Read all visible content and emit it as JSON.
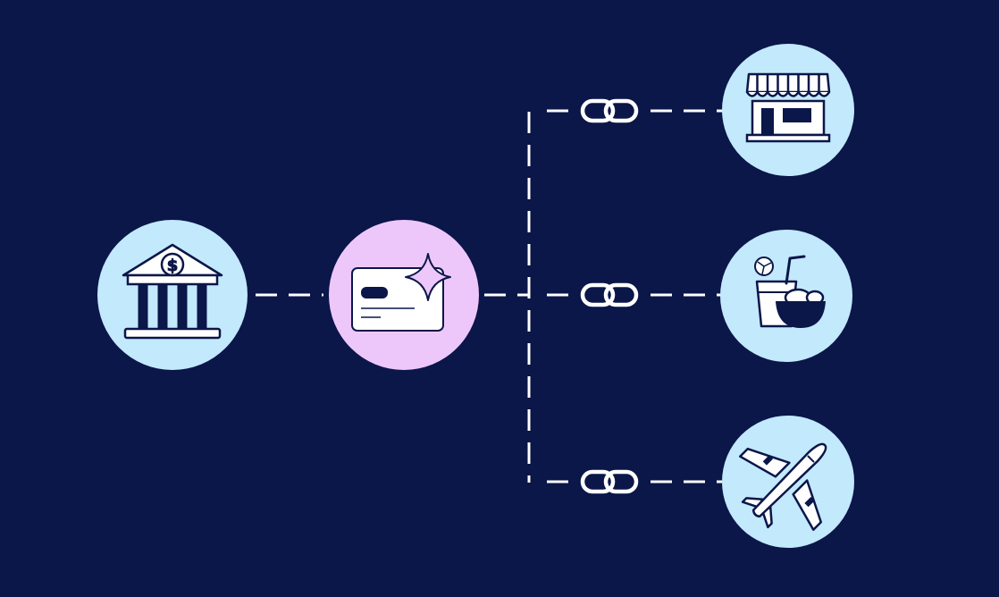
{
  "colors": {
    "background": "#0b1649",
    "circle_blue": "#c3e9fc",
    "circle_pink": "#eec7fa",
    "line": "#ffffff",
    "ink": "#0b1649"
  },
  "nodes": [
    {
      "id": "bank",
      "icon": "bank-icon",
      "fill": "circle_blue"
    },
    {
      "id": "card",
      "icon": "credit-card-icon",
      "fill": "circle_pink"
    },
    {
      "id": "store",
      "icon": "store-icon",
      "fill": "circle_blue"
    },
    {
      "id": "food",
      "icon": "food-drink-icon",
      "fill": "circle_blue"
    },
    {
      "id": "travel",
      "icon": "airplane-icon",
      "fill": "circle_blue"
    }
  ],
  "bank_symbol": "$",
  "connections": [
    {
      "from": "bank",
      "to": "card",
      "style": "dashed"
    },
    {
      "from": "card",
      "to": "store",
      "style": "dashed",
      "link_icon": "link-icon"
    },
    {
      "from": "card",
      "to": "food",
      "style": "dashed",
      "link_icon": "link-icon"
    },
    {
      "from": "card",
      "to": "travel",
      "style": "dashed",
      "link_icon": "link-icon"
    }
  ]
}
